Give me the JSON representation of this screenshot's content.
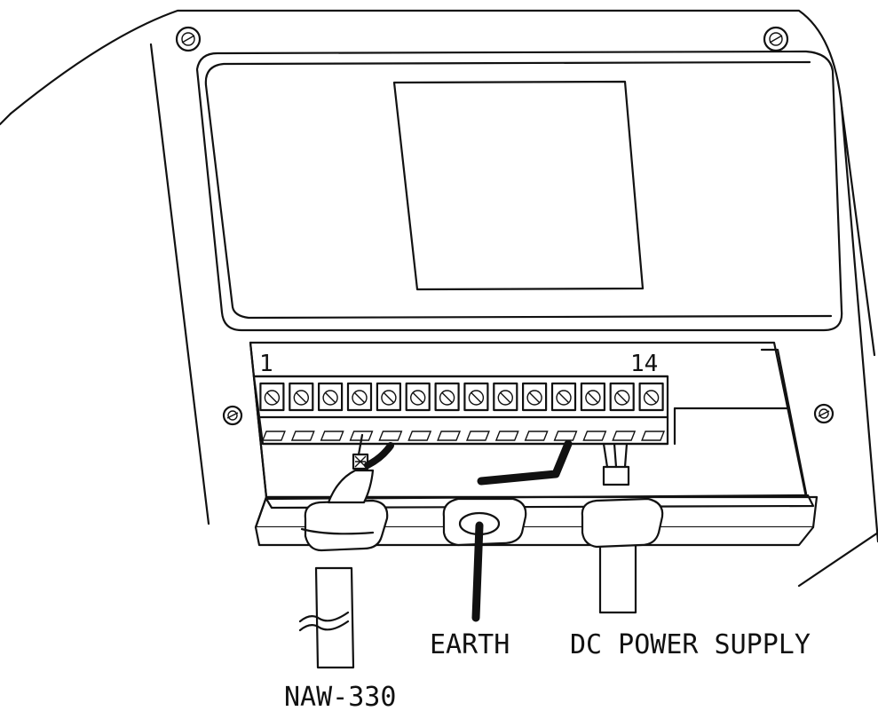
{
  "terminals": {
    "first": "1",
    "last": "14",
    "count": 14
  },
  "labels": {
    "sensor": "NAW-330",
    "earth": "EARTH",
    "power": "DC POWER SUPPLY"
  },
  "colors": {
    "line": "#111111",
    "background": "#ffffff"
  }
}
